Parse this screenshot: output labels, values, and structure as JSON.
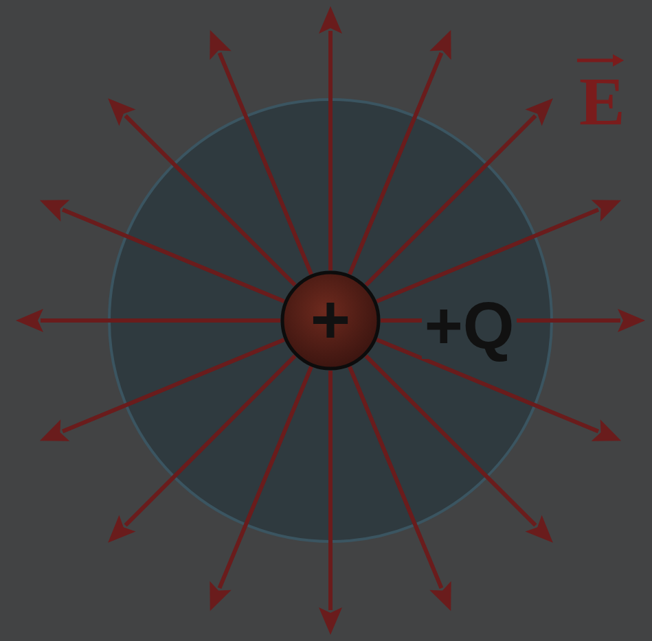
{
  "diagram": {
    "nodes": [
      {
        "text": [
          "+",
          "+Q"
        ]
      }
    ],
    "labels": [
      "E"
    ]
  }
}
